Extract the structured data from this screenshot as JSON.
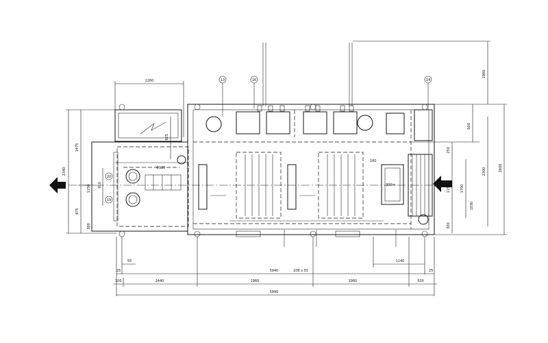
{
  "dims_bottom": {
    "d55": "55",
    "d25_left": "25",
    "d5940": "5940",
    "d108x55": "108 x 55",
    "d25_right": "25",
    "d100": "100",
    "d1440": "1440",
    "d1960_a": "1960",
    "d1960_b": "1960",
    "d530": "530",
    "d5990": "5990",
    "d1140": "1140"
  },
  "dims_top": {
    "d1260": "1260",
    "d925": "925"
  },
  "dims_left": {
    "d2340": "2340",
    "d1475": "1475",
    "d875": "875",
    "d1150": "1150",
    "d300": "300",
    "d910": "910"
  },
  "dims_right": {
    "d1900": "1900",
    "d600": "600",
    "d250": "250",
    "d1150": "1150",
    "d300": "300",
    "d1700": "1700",
    "d1030": "1030",
    "d2300": "2300",
    "d2600": "2600"
  },
  "callouts": {
    "c13": "13",
    "c16": "16",
    "c14": "14",
    "c20": "20",
    "c19": "19"
  },
  "labels": {
    "phi120": "Φ120",
    "l160": "160",
    "l300m": "300m"
  },
  "icons": {
    "left_arrow": "arrow-left-icon",
    "right_arrow": "arrow-left-icon"
  },
  "colors": {
    "line": "#111111",
    "background": "#ffffff"
  }
}
